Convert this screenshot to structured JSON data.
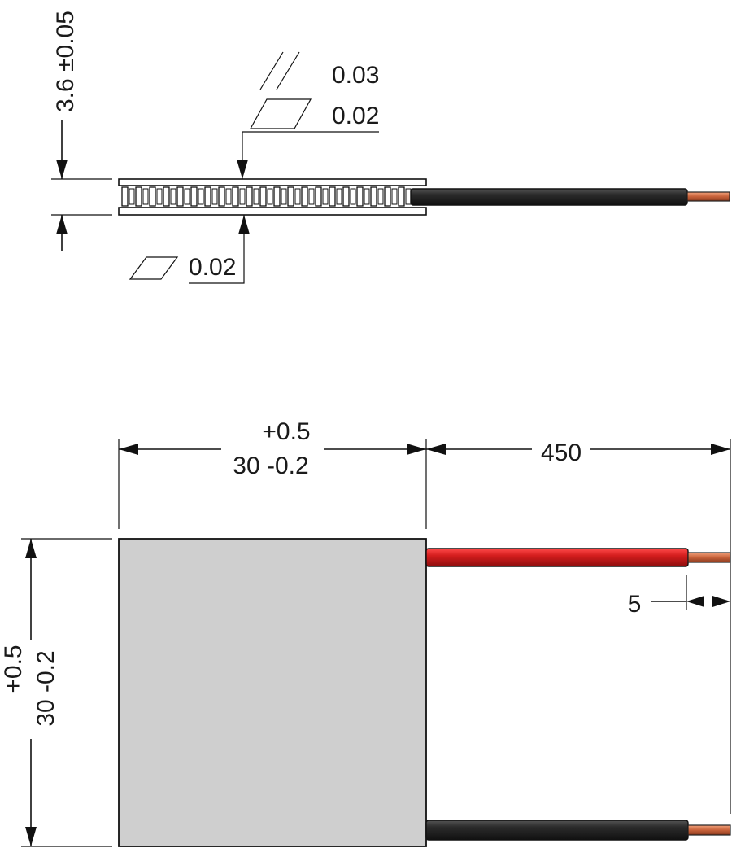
{
  "side_view": {
    "thickness_dim": "3.6 ±0.05",
    "parallelism_top_upper": "0.03",
    "flatness_top": "0.02",
    "flatness_bottom": "0.02"
  },
  "top_view": {
    "width_tol_plus": "+0.5",
    "width_dim": "30 -0.2",
    "lead_length": "450",
    "height_tol_plus": "+0.5",
    "height_dim": "30 -0.2",
    "strip_length": "5"
  },
  "colors": {
    "module_fill": "#cfcfcf",
    "wire_red": "#d41e1e",
    "wire_black": "#2a2a2a",
    "copper": "#c8623a"
  }
}
